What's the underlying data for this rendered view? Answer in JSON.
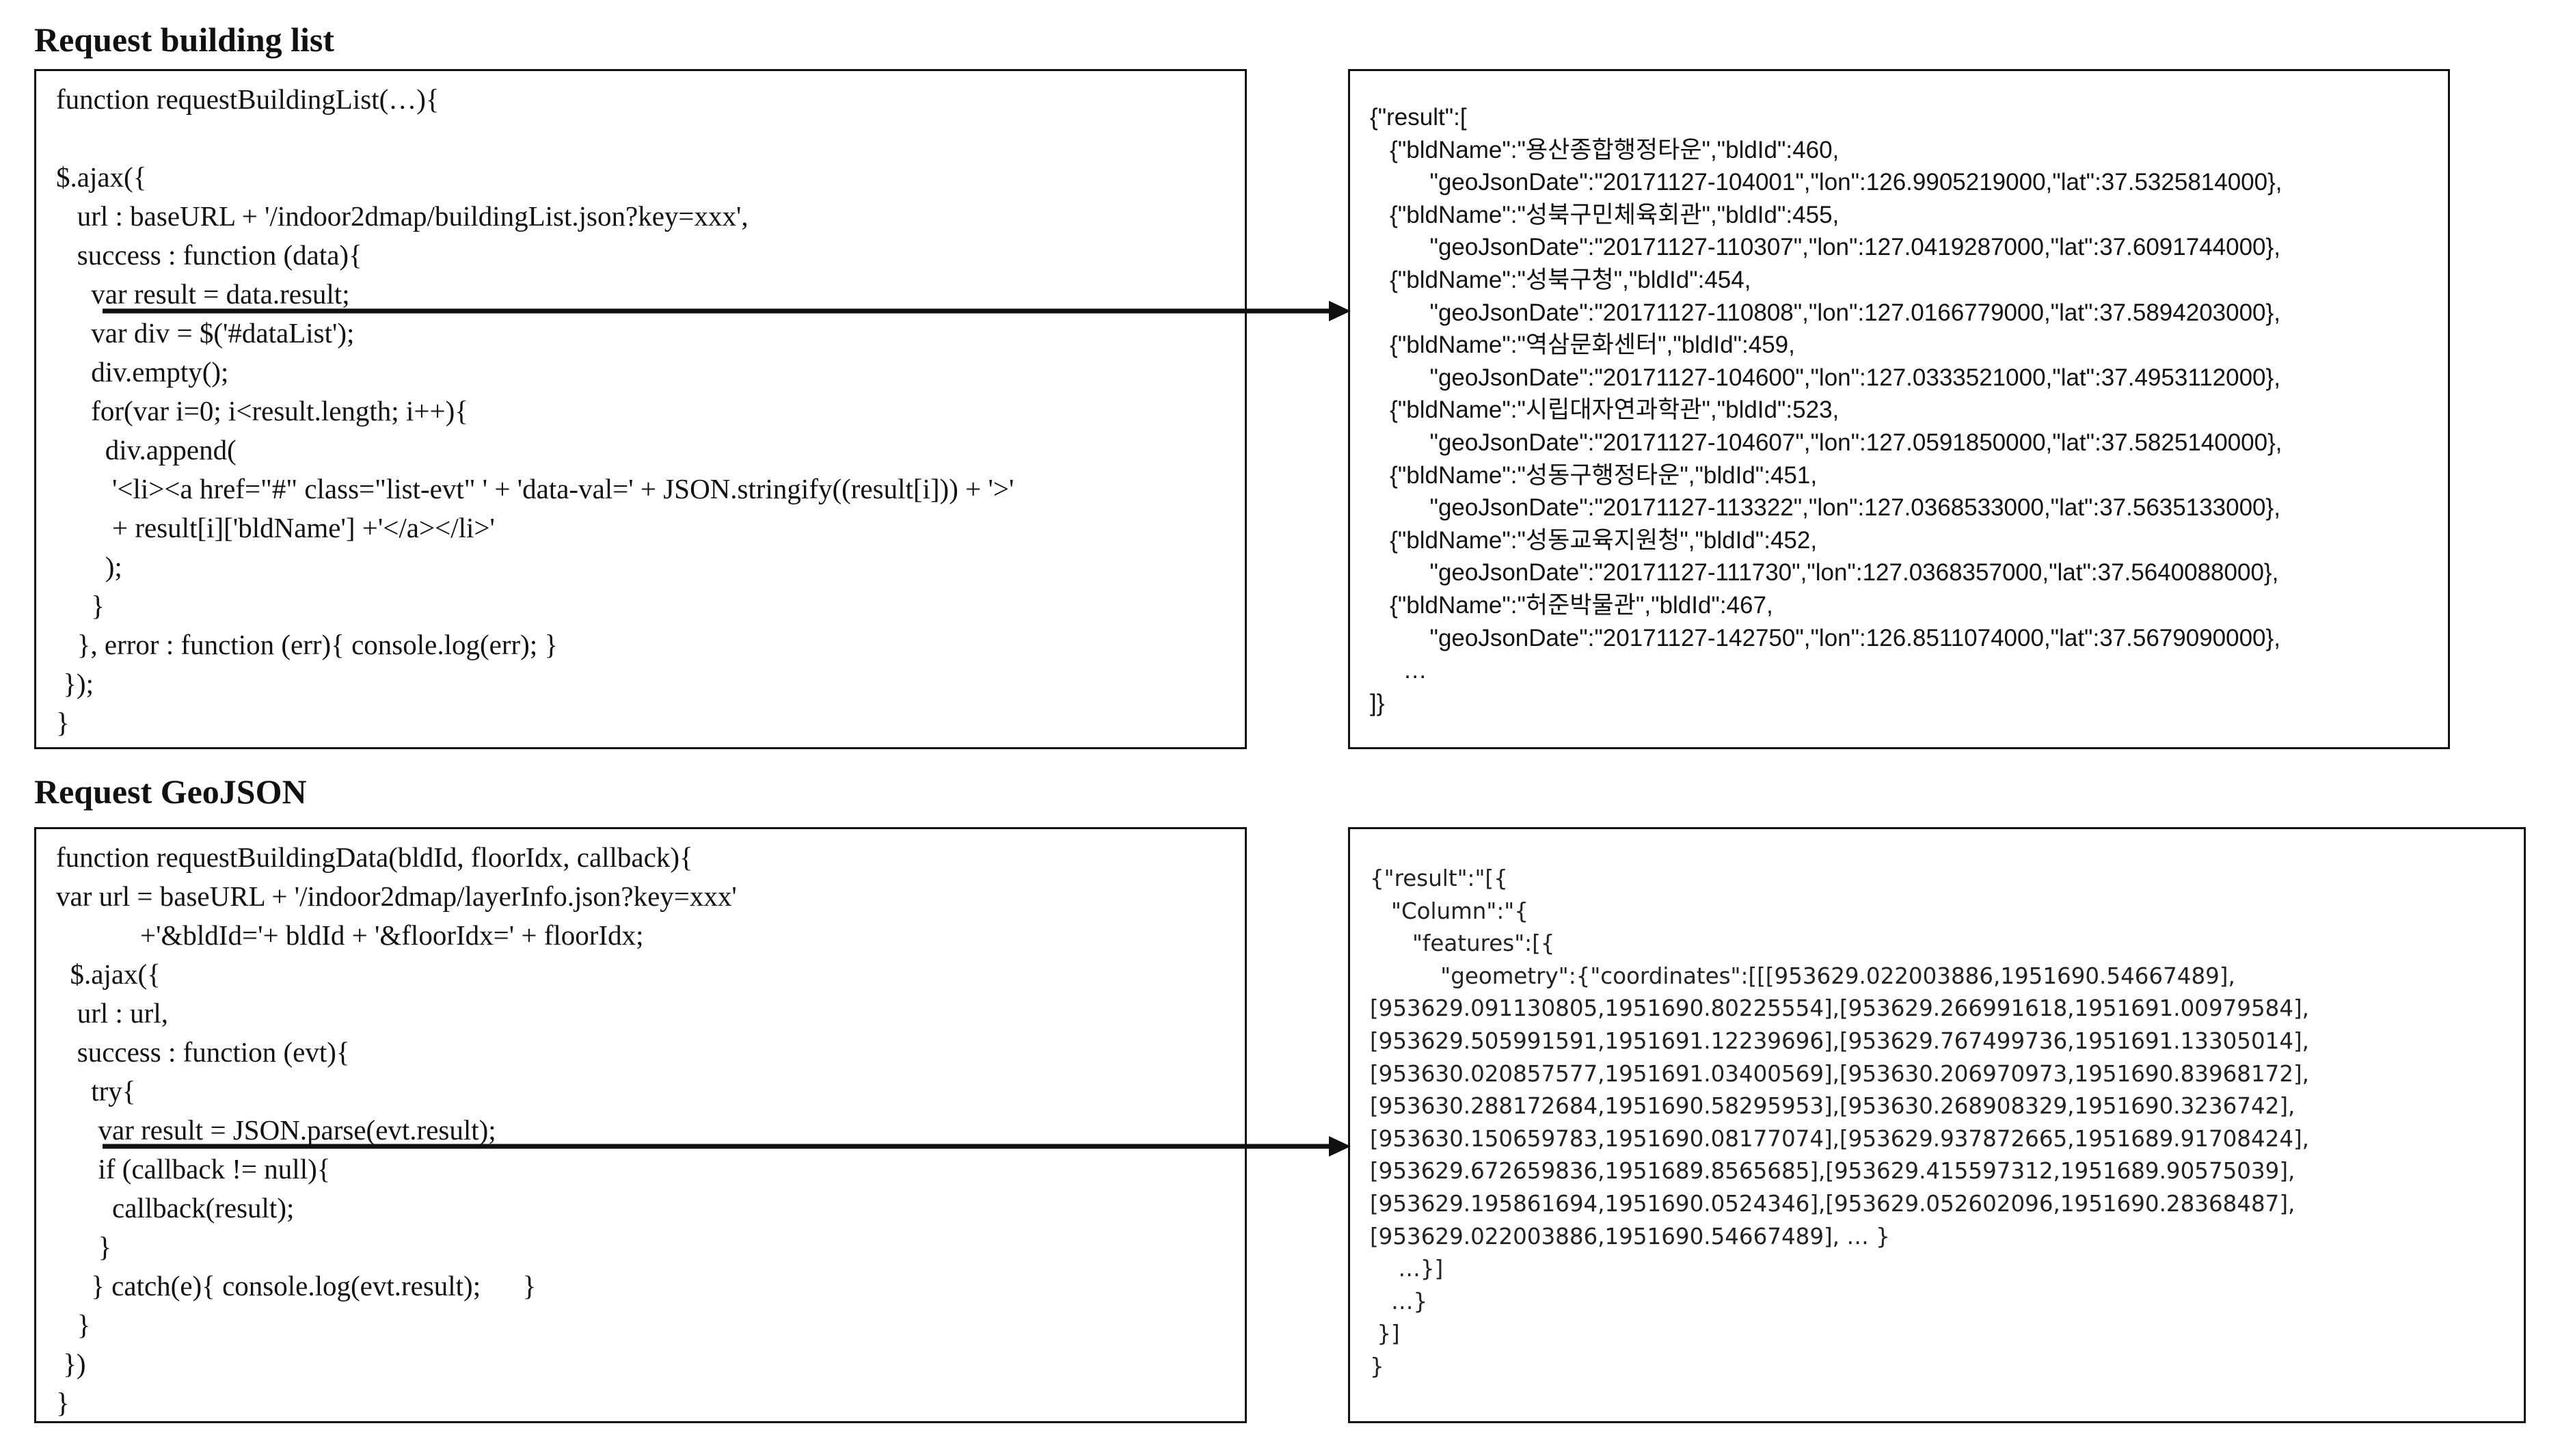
{
  "panels": [
    {
      "heading": "Request building list",
      "code_lines": [
        "function requestBuildingList(…){",
        "",
        "$.ajax({",
        "   url : baseURL + '/indoor2dmap/buildingList.json?key=xxx',",
        "   success : function (data){",
        "     var result = data.result;",
        "     var div = $('#dataList');",
        "     div.empty();",
        "     for(var i=0; i<result.length; i++){",
        "       div.append(",
        "        '<li><a href=\"#\" class=\"list-evt\" ' + 'data-val=' + JSON.stringify((result[i])) + '>'",
        "        + result[i]['bldName'] +'</a></li>'",
        "       );",
        "     }",
        "   }, error : function (err){ console.log(err); }",
        " });",
        "}"
      ],
      "response_lines": [
        "{\"result\":[",
        "   {\"bldName\":\"용산종합행정타운\",\"bldId\":460,",
        "         \"geoJsonDate\":\"20171127-104001\",\"lon\":126.9905219000,\"lat\":37.5325814000},",
        "   {\"bldName\":\"성북구민체육회관\",\"bldId\":455,",
        "         \"geoJsonDate\":\"20171127-110307\",\"lon\":127.0419287000,\"lat\":37.6091744000},",
        "   {\"bldName\":\"성북구청\",\"bldId\":454,",
        "         \"geoJsonDate\":\"20171127-110808\",\"lon\":127.0166779000,\"lat\":37.5894203000},",
        "   {\"bldName\":\"역삼문화센터\",\"bldId\":459,",
        "         \"geoJsonDate\":\"20171127-104600\",\"lon\":127.0333521000,\"lat\":37.4953112000},",
        "   {\"bldName\":\"시립대자연과학관\",\"bldId\":523,",
        "         \"geoJsonDate\":\"20171127-104607\",\"lon\":127.0591850000,\"lat\":37.5825140000},",
        "   {\"bldName\":\"성동구행정타운\",\"bldId\":451,",
        "         \"geoJsonDate\":\"20171127-113322\",\"lon\":127.0368533000,\"lat\":37.5635133000},",
        "   {\"bldName\":\"성동교육지원청\",\"bldId\":452,",
        "         \"geoJsonDate\":\"20171127-111730\",\"lon\":127.0368357000,\"lat\":37.5640088000},",
        "   {\"bldName\":\"허준박물관\",\"bldId\":467,",
        "         \"geoJsonDate\":\"20171127-142750\",\"lon\":126.8511074000,\"lat\":37.5679090000},",
        "     …",
        "]}"
      ]
    },
    {
      "heading": "Request GeoJSON",
      "code_lines": [
        "function requestBuildingData(bldId, floorIdx, callback){",
        "var url = baseURL + '/indoor2dmap/layerInfo.json?key=xxx'",
        "            +'&bldId='+ bldId + '&floorIdx=' + floorIdx;",
        "  $.ajax({",
        "   url : url,",
        "   success : function (evt){",
        "     try{",
        "      var result = JSON.parse(evt.result);",
        "      if (callback != null){",
        "        callback(result);",
        "      }",
        "     } catch(e){ console.log(evt.result);      }",
        "   }",
        " })",
        "}"
      ],
      "response_lines": [
        "{\"result\":\"[{",
        "   \"Column\":\"{",
        "      \"features\":[{",
        "          \"geometry\":{\"coordinates\":[[[953629.022003886,1951690.54667489],",
        "[953629.091130805,1951690.80225554],[953629.266991618,1951691.00979584],",
        "[953629.505991591,1951691.12239696],[953629.767499736,1951691.13305014],",
        "[953630.020857577,1951691.03400569],[953630.206970973,1951690.83968172],",
        "[953630.288172684,1951690.58295953],[953630.268908329,1951690.3236742],",
        "[953630.150659783,1951690.08177074],[953629.937872665,1951689.91708424],",
        "[953629.672659836,1951689.8565685],[953629.415597312,1951689.90575039],",
        "[953629.195861694,1951690.0524346],[953629.052602096,1951690.28368487],",
        "[953629.022003886,1951690.54667489], … }",
        "    …}]",
        "   …}",
        " }]",
        "}"
      ]
    }
  ]
}
